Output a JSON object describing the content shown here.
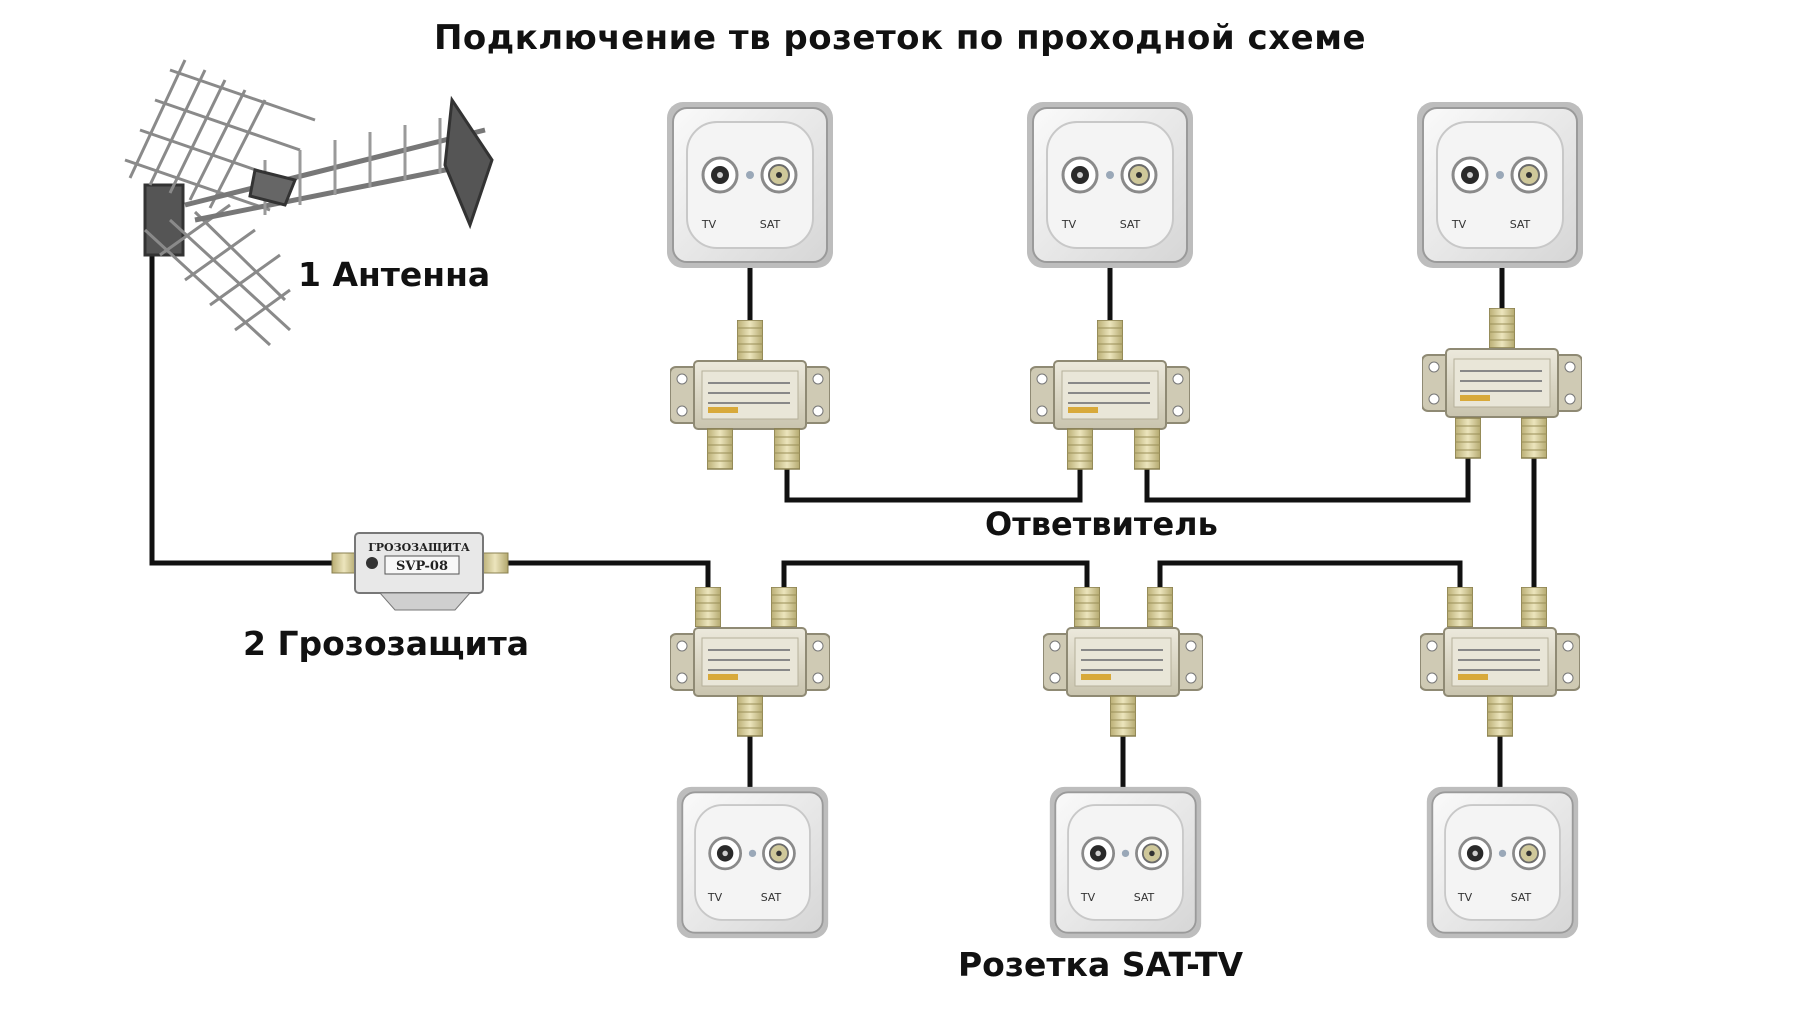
{
  "title": "Подключение тв розеток по проходной схеме",
  "labels": {
    "antenna": "1 Антенна",
    "surge_protector": "2 Грозозащита",
    "tap": "Ответвитель",
    "socket": "Розетка SAT-TV"
  },
  "socket_ports": {
    "tv": "TV",
    "sat": "SAT"
  },
  "surge_device": {
    "name": "ГРОЗОЗАЩИТА",
    "model": "SVP-08"
  },
  "colors": {
    "cable": "#111111",
    "socket_face": "#f2f2f2",
    "tap_body": "#ddd9c9",
    "connector": "#d7cf9e"
  }
}
